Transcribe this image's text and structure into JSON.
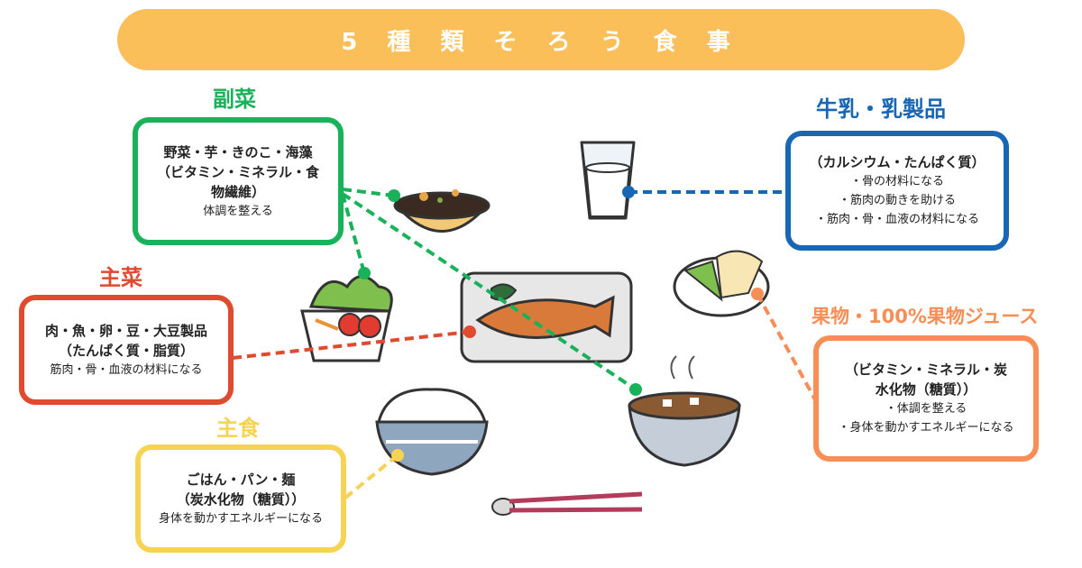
{
  "title": "5 種 類 そ ろ う 食 事",
  "colors": {
    "banner": "#fbbf5a",
    "fukusai": "#19b25a",
    "shusai": "#e04a2f",
    "shushoku": "#f7d354",
    "milk": "#1767b4",
    "fruit": "#f78e55"
  },
  "groups": {
    "fukusai": {
      "label": "副菜",
      "main": [
        "野菜・芋・きのこ・海藻",
        "（ビタミン・ミネラル・食",
        "物繊維）"
      ],
      "desc": [
        "体調を整える"
      ]
    },
    "shusai": {
      "label": "主菜",
      "main": [
        "肉・魚・卵・豆・大豆製品",
        "（たんぱく質・脂質）"
      ],
      "desc": [
        "筋肉・骨・血液の材料になる"
      ]
    },
    "shushoku": {
      "label": "主食",
      "main": [
        "ごはん・パン・麺",
        "（炭水化物（糖質））"
      ],
      "desc": [
        "身体を動かすエネルギーになる"
      ]
    },
    "milk": {
      "label": "牛乳・乳製品",
      "main": [
        "（カルシウム・たんぱく質）"
      ],
      "desc": [
        "・骨の材料になる",
        "・筋肉の動きを助ける",
        "・筋肉・骨・血液の材料になる"
      ]
    },
    "fruit": {
      "label": "果物・100%果物ジュース",
      "main": [
        "（ビタミン・ミネラル・炭",
        "水化物（糖質））"
      ],
      "desc": [
        "・体調を整える",
        "・身体を動かすエネルギーになる"
      ]
    }
  }
}
